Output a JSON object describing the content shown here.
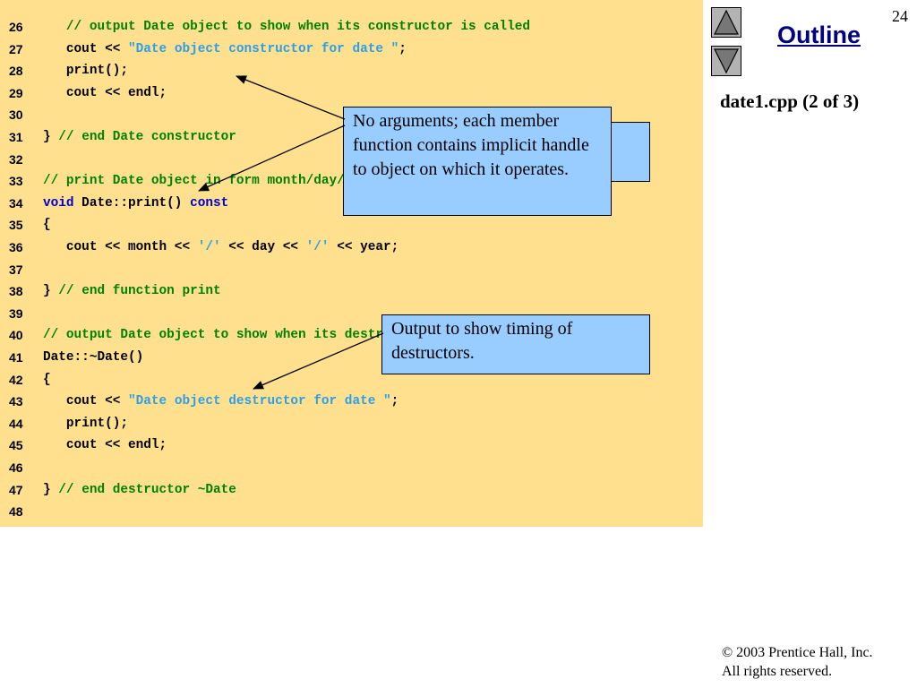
{
  "page_number": "24",
  "outline": {
    "title": "Outline",
    "file_label": "date1.cpp (2 of 3)",
    "nav_up_icon": "triangle-up-icon",
    "nav_down_icon": "triangle-down-icon"
  },
  "code_lines": [
    {
      "num": "26",
      "tokens": [
        {
          "t": "   ",
          "k": "plain"
        },
        {
          "t": "// output Date object to show when its constructor is called",
          "k": "comment"
        }
      ]
    },
    {
      "num": "27",
      "tokens": [
        {
          "t": "   cout << ",
          "k": "plain"
        },
        {
          "t": "\"Date object constructor for date \"",
          "k": "string"
        },
        {
          "t": ";",
          "k": "plain"
        }
      ]
    },
    {
      "num": "28",
      "tokens": [
        {
          "t": "   print();",
          "k": "plain"
        }
      ]
    },
    {
      "num": "29",
      "tokens": [
        {
          "t": "   cout << endl;",
          "k": "plain"
        }
      ]
    },
    {
      "num": "30",
      "tokens": []
    },
    {
      "num": "31",
      "tokens": [
        {
          "t": "} ",
          "k": "plain"
        },
        {
          "t": "// end Date constructor",
          "k": "comment"
        }
      ]
    },
    {
      "num": "32",
      "tokens": []
    },
    {
      "num": "33",
      "tokens": [
        {
          "t": "// print Date object in form month/day/year",
          "k": "comment"
        }
      ]
    },
    {
      "num": "34",
      "tokens": [
        {
          "t": "void",
          "k": "keyword"
        },
        {
          "t": " Date::print() ",
          "k": "plain"
        },
        {
          "t": "const",
          "k": "keyword"
        }
      ]
    },
    {
      "num": "35",
      "tokens": [
        {
          "t": "{",
          "k": "plain"
        }
      ]
    },
    {
      "num": "36",
      "tokens": [
        {
          "t": "   cout << month << ",
          "k": "plain"
        },
        {
          "t": "'/'",
          "k": "string"
        },
        {
          "t": " << day << ",
          "k": "plain"
        },
        {
          "t": "'/'",
          "k": "string"
        },
        {
          "t": " << year;",
          "k": "plain"
        }
      ]
    },
    {
      "num": "37",
      "tokens": []
    },
    {
      "num": "38",
      "tokens": [
        {
          "t": "} ",
          "k": "plain"
        },
        {
          "t": "// end function print",
          "k": "comment"
        }
      ]
    },
    {
      "num": "39",
      "tokens": []
    },
    {
      "num": "40",
      "tokens": [
        {
          "t": "// output Date object to show when its destructor is called",
          "k": "comment"
        }
      ]
    },
    {
      "num": "41",
      "tokens": [
        {
          "t": "Date::~Date()",
          "k": "plain"
        }
      ]
    },
    {
      "num": "42",
      "tokens": [
        {
          "t": "{",
          "k": "plain"
        }
      ]
    },
    {
      "num": "43",
      "tokens": [
        {
          "t": "   cout << ",
          "k": "plain"
        },
        {
          "t": "\"Date object destructor for date \"",
          "k": "string"
        },
        {
          "t": ";",
          "k": "plain"
        }
      ]
    },
    {
      "num": "44",
      "tokens": [
        {
          "t": "   print();",
          "k": "plain"
        }
      ]
    },
    {
      "num": "45",
      "tokens": [
        {
          "t": "   cout << endl;",
          "k": "plain"
        }
      ]
    },
    {
      "num": "46",
      "tokens": []
    },
    {
      "num": "47",
      "tokens": [
        {
          "t": "} ",
          "k": "plain"
        },
        {
          "t": "// end destructor ~Date",
          "k": "comment"
        }
      ]
    },
    {
      "num": "48",
      "tokens": []
    }
  ],
  "callouts": {
    "member_function": "No arguments; each member function contains implicit handle to object on which it operates.",
    "destructor": "Output to show timing of destructors."
  },
  "copyright": {
    "symbol": "©",
    "line1": " 2003 Prentice Hall, Inc.",
    "line2": "All rights reserved."
  },
  "colors": {
    "code_background": "#ffe08f",
    "callout_fill": "#99ccff",
    "comment": "#008000",
    "string": "#2e9ee6",
    "keyword": "#0000cc",
    "outline_link": "#000080"
  }
}
